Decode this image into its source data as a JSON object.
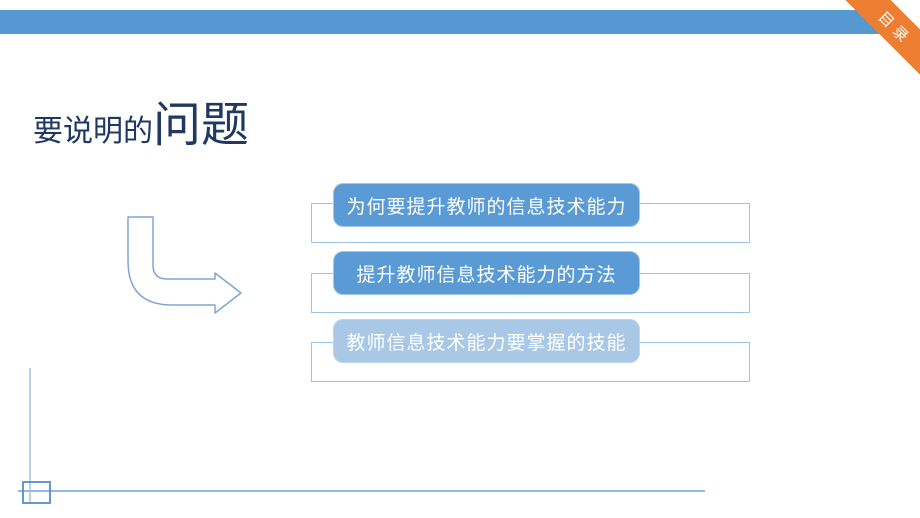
{
  "slide": {
    "ribbon": {
      "label": "目录"
    },
    "title": {
      "prefix": "要说明的",
      "main": "问题"
    },
    "topics": [
      {
        "label": "为何要提升教师的信息技术能力"
      },
      {
        "label": "提升教师信息技术能力的方法"
      },
      {
        "label": "教师信息技术能力要掌握的技能"
      }
    ],
    "colors": {
      "top_bar": "#5598D2",
      "ribbon": "#ED7D31",
      "title_text": "#1F3864",
      "topic_button": "#5B9BD5",
      "topic_button_light": "#A9C8E5",
      "outline_box_border": "#9DC3E6",
      "arrow_stroke": "#7FA6D0",
      "button_text": "#FFFFFF"
    }
  }
}
